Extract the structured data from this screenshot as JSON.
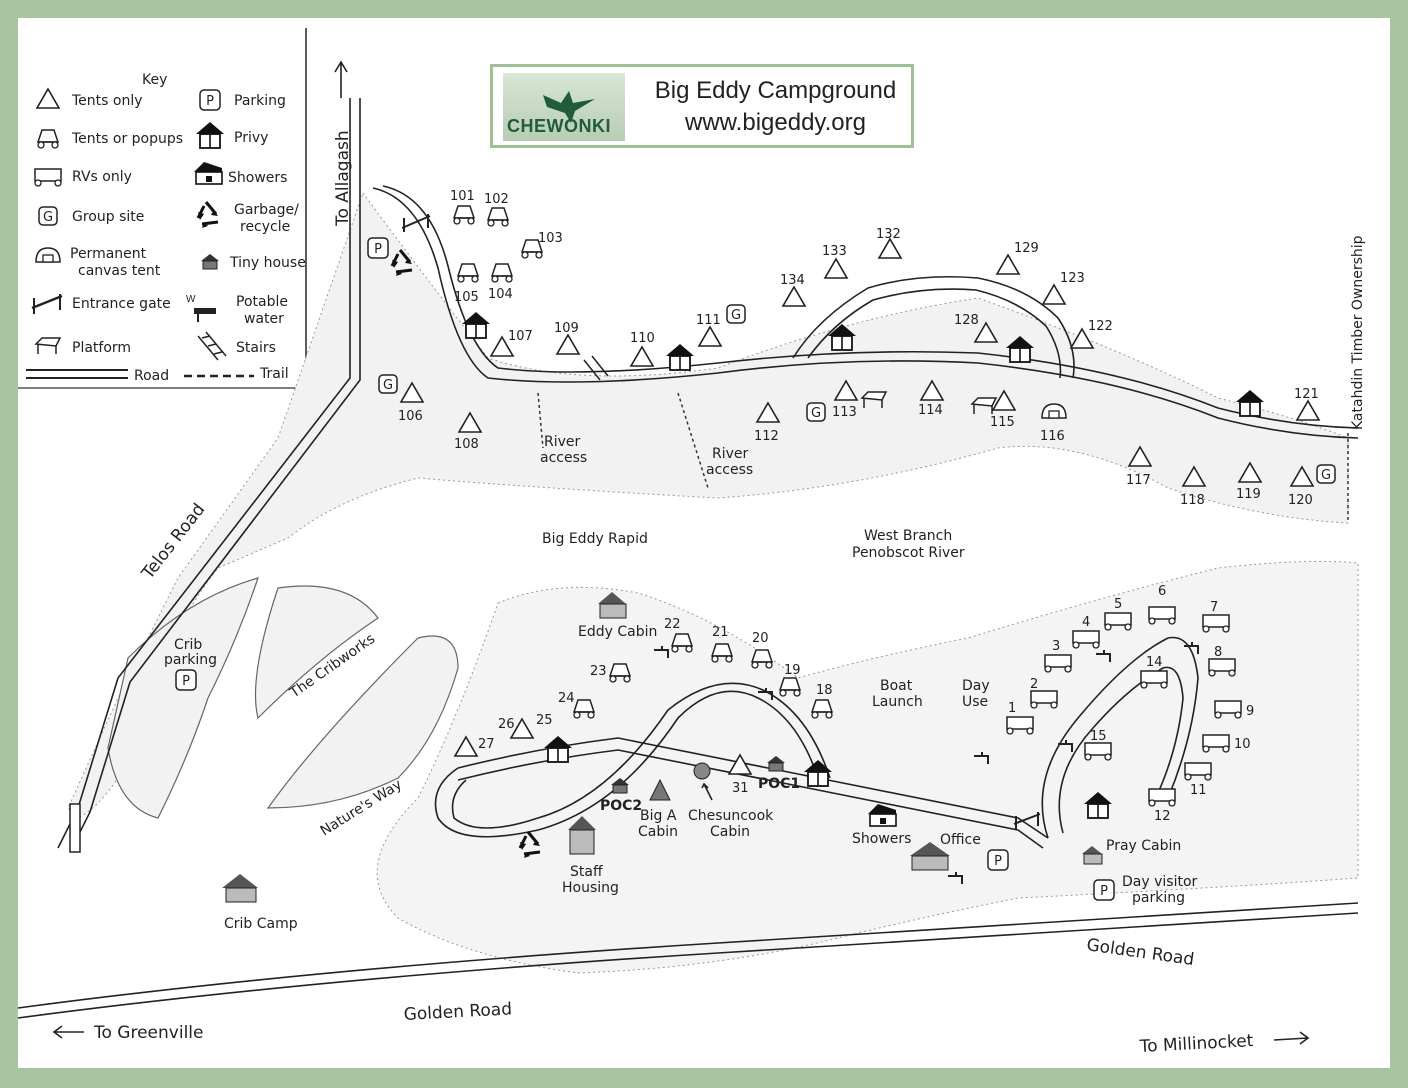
{
  "title": {
    "org": "CHEWONKI",
    "name": "Big Eddy Campground",
    "url": "www.bigeddy.org"
  },
  "key": {
    "heading": "Key",
    "items": {
      "tents_only": "Tents only",
      "tents_popups": "Tents or popups",
      "rvs_only": "RVs only",
      "group_site": "Group site",
      "canvas_tent_1": "Permanent",
      "canvas_tent_2": "canvas tent",
      "entrance_gate": "Entrance gate",
      "platform": "Platform",
      "road": "Road",
      "parking": "Parking",
      "privy": "Privy",
      "showers": "Showers",
      "garbage_1": "Garbage/",
      "garbage_2": "recycle",
      "tiny_house": "Tiny house",
      "water_1": "Potable",
      "water_2": "water",
      "stairs": "Stairs",
      "trail": "Trail"
    },
    "symbols": {
      "parking": "P",
      "group": "G",
      "water_w": "W"
    }
  },
  "roads": {
    "to_allagash": "To Allagash",
    "telos": "Telos Road",
    "golden_south": "Golden Road",
    "golden_east": "Golden Road",
    "to_greenville": "To Greenville",
    "to_millinocket": "To Millinocket",
    "natures_way": "Nature's Way",
    "katahdin": "Katahdin Timber Ownership"
  },
  "features": {
    "river_access_a_1": "River",
    "river_access_a_2": "access",
    "river_access_b_1": "River",
    "river_access_b_2": "access",
    "rapid": "Big Eddy Rapid",
    "river_1": "West Branch",
    "river_2": "Penobscot River",
    "cribworks": "The Cribworks",
    "crib_parking_1": "Crib",
    "crib_parking_2": "parking",
    "crib_camp": "Crib Camp",
    "eddy_cabin": "Eddy Cabin",
    "boat_1": "Boat",
    "boat_2": "Launch",
    "day_1": "Day",
    "day_2": "Use",
    "staff_1": "Staff",
    "staff_2": "Housing",
    "big_a_1": "Big A",
    "big_a_2": "Cabin",
    "chesuncook_1": "Chesuncook",
    "chesuncook_2": "Cabin",
    "poc1": "POC1",
    "poc2": "POC2",
    "showers": "Showers",
    "office": "Office",
    "pray_cabin": "Pray Cabin",
    "day_visitor_1": "Day visitor",
    "day_visitor_2": "parking"
  },
  "sites": {
    "s101": "101",
    "s102": "102",
    "s103": "103",
    "s104": "104",
    "s105": "105",
    "s106": "106",
    "s107": "107",
    "s108": "108",
    "s109": "109",
    "s110": "110",
    "s111": "111",
    "s112": "112",
    "s113": "113",
    "s114": "114",
    "s115": "115",
    "s116": "116",
    "s117": "117",
    "s118": "118",
    "s119": "119",
    "s120": "120",
    "s121": "121",
    "s122": "122",
    "s123": "123",
    "s128": "128",
    "s129": "129",
    "s132": "132",
    "s133": "133",
    "s134": "134",
    "s1": "1",
    "s2": "2",
    "s3": "3",
    "s4": "4",
    "s5": "5",
    "s6": "6",
    "s7": "7",
    "s8": "8",
    "s9": "9",
    "s10": "10",
    "s11": "11",
    "s12": "12",
    "s14": "14",
    "s15": "15",
    "s18": "18",
    "s19": "19",
    "s20": "20",
    "s21": "21",
    "s22": "22",
    "s23": "23",
    "s24": "24",
    "s25": "25",
    "s26": "26",
    "s27": "27",
    "s31": "31"
  }
}
